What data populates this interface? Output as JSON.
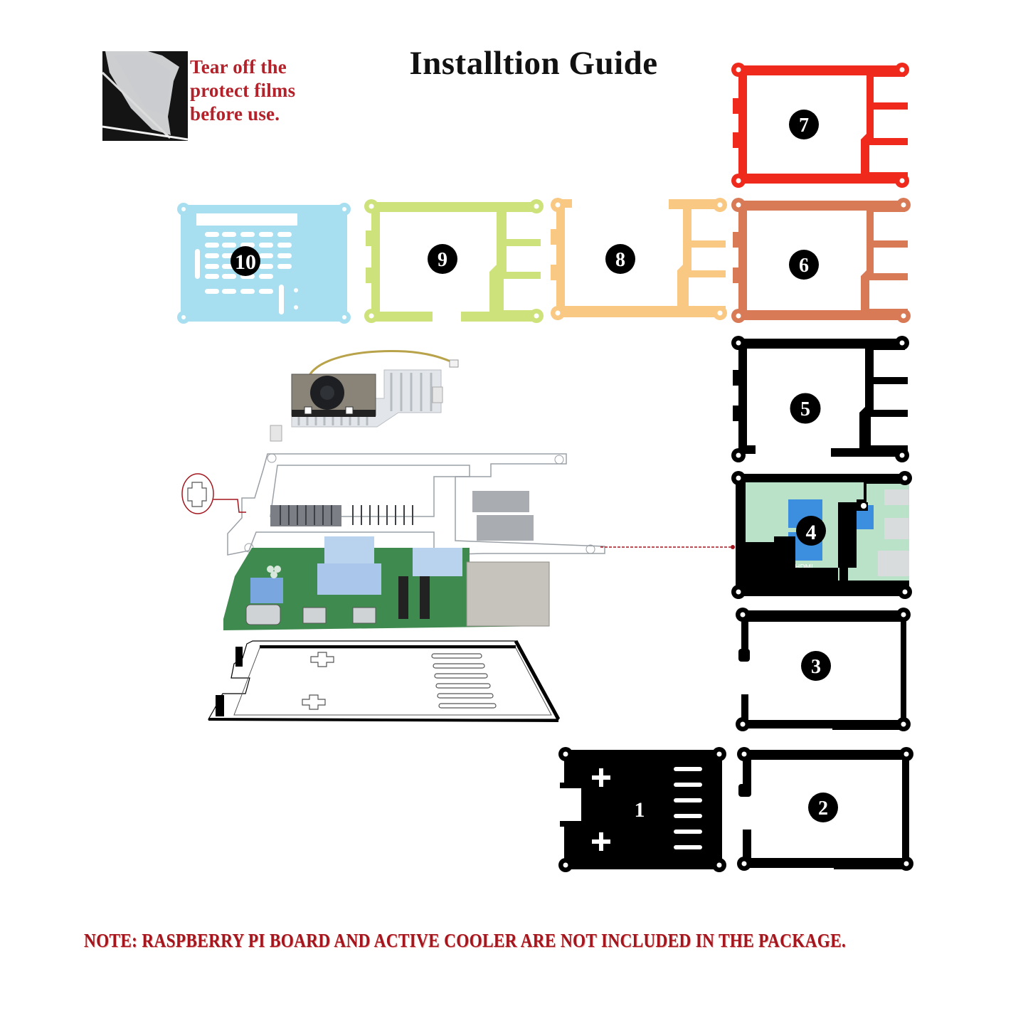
{
  "header": {
    "title": "Installtion Guide",
    "film_instruction": [
      "Tear off the",
      "protect films",
      "before use."
    ]
  },
  "footer": {
    "note": "Note: Raspberry Pi board and active cooler are not included in the package."
  },
  "colors": {
    "note_red": "#b3222a",
    "layer_black": "#000000",
    "layer_7": "#ef2a1c",
    "layer_6": "#d97a57",
    "layer_8": "#f9c983",
    "layer_9": "#cde27a",
    "layer_10": "#a8dff0",
    "badge": "#000000",
    "connector": "#a3161d"
  },
  "layers": [
    {
      "number": "1",
      "color": "#000000",
      "type": "base-plate-with-vents"
    },
    {
      "number": "2",
      "color": "#000000",
      "type": "frame"
    },
    {
      "number": "3",
      "color": "#000000",
      "type": "frame"
    },
    {
      "number": "4",
      "color": "#000000",
      "type": "board-frame"
    },
    {
      "number": "5",
      "color": "#000000",
      "type": "frame-with-ports"
    },
    {
      "number": "6",
      "color": "#d97a57",
      "type": "frame-with-ports"
    },
    {
      "number": "7",
      "color": "#ef2a1c",
      "type": "frame-with-ports"
    },
    {
      "number": "8",
      "color": "#f9c983",
      "type": "open-frame-with-ports"
    },
    {
      "number": "9",
      "color": "#cde27a",
      "type": "frame-with-ports"
    },
    {
      "number": "10",
      "color": "#a8dff0",
      "type": "top-plate-with-vents"
    }
  ],
  "illustration": {
    "cooler": "active-cooler",
    "board": "raspberry-pi-board",
    "board_label": "HDMI"
  }
}
